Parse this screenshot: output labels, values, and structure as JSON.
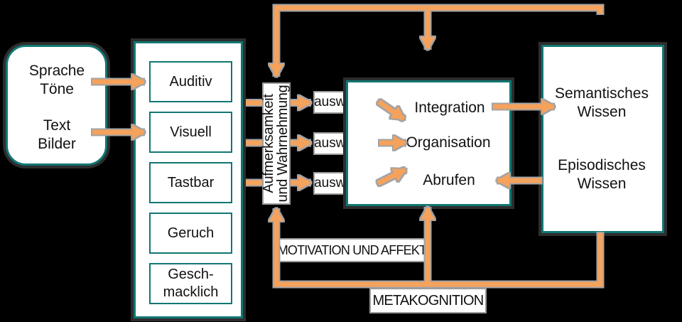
{
  "colors": {
    "background": "#000000",
    "teal": "#117672",
    "orange": "#f5a25c",
    "box_fill": "#ffffff",
    "text": "#111111"
  },
  "input_box": {
    "group1": "Sprache\nTöne",
    "group2": "Text\nBilder"
  },
  "sensory_register": {
    "channels": [
      "Auditiv",
      "Visuell",
      "Tastbar",
      "Geruch",
      "Gesch-\nmacklich"
    ]
  },
  "attention": {
    "line1": "Aufmerksamkeit",
    "line2": "und Wahrnehmung"
  },
  "selection": {
    "labels": [
      "auswählen",
      "auswählen",
      "auswählen"
    ]
  },
  "working_memory": {
    "processes": [
      "Integration",
      "Organisation",
      "Abrufen"
    ]
  },
  "long_term_memory": {
    "knowledge": [
      "Semantisches\nWissen",
      "Episodisches\nWissen"
    ]
  },
  "feedback": {
    "motivation_affect": "MOTIVATION UND AFFEKT",
    "metacognition": "METAKOGNITION"
  }
}
